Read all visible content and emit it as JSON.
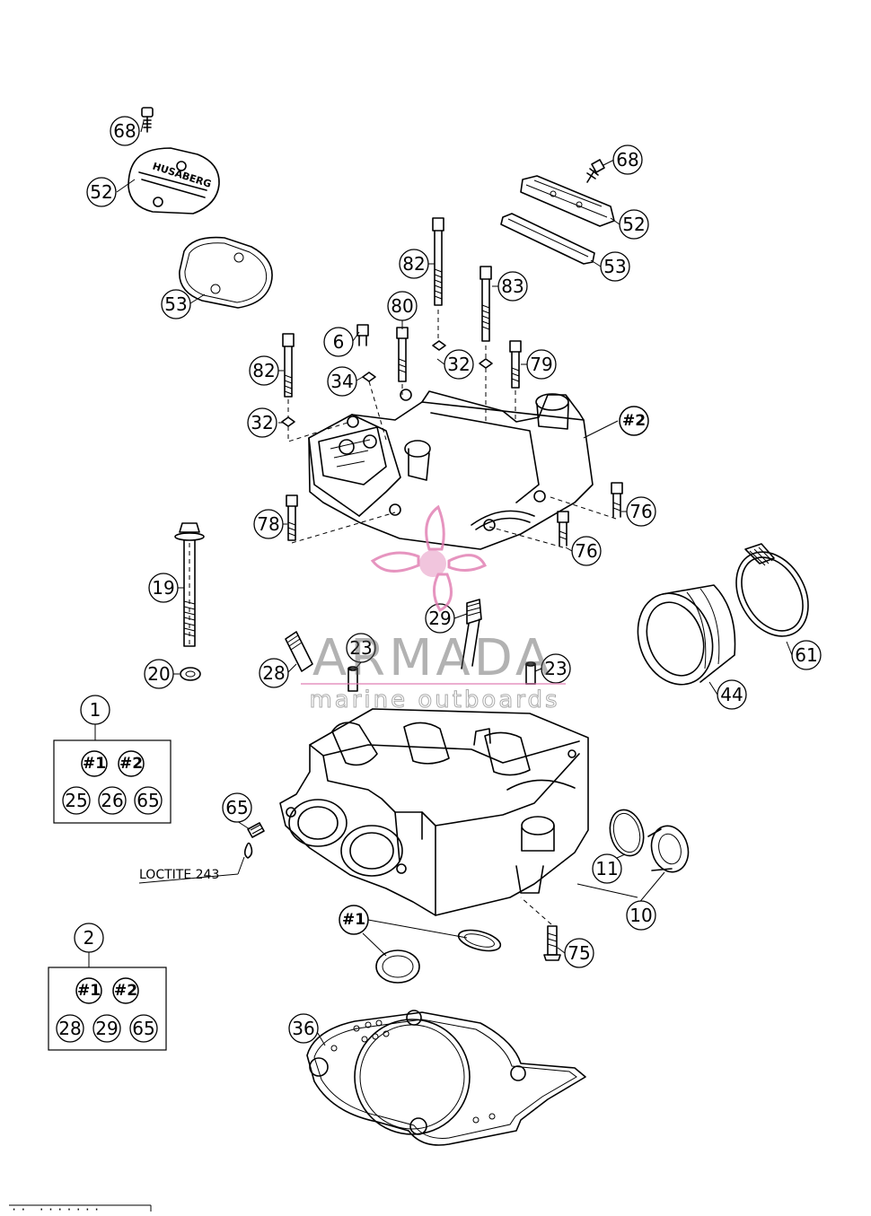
{
  "callouts": {
    "c68a": "68",
    "c52a": "52",
    "c53a": "53",
    "c68b": "68",
    "c52b": "52",
    "c53b": "53",
    "c82a": "82",
    "c83": "83",
    "c80": "80",
    "c6": "6",
    "c82b": "82",
    "c34": "34",
    "c32a": "32",
    "c79": "79",
    "c32b": "32",
    "c76a": "76",
    "c78": "78",
    "c76b": "76",
    "c19": "19",
    "c29": "29",
    "c20": "20",
    "c28": "28",
    "c23a": "23",
    "c23b": "23",
    "c61": "61",
    "c44": "44",
    "c1": "1",
    "c65": "65",
    "c11": "11",
    "c10": "10",
    "c75": "75",
    "c2": "2",
    "c36": "36"
  },
  "refs": {
    "ref2_top": "#2",
    "ref1_bottom": "#1"
  },
  "kit1": {
    "refs": [
      "#1",
      "#2"
    ],
    "parts": [
      "25",
      "26",
      "65"
    ]
  },
  "kit2": {
    "refs": [
      "#1",
      "#2"
    ],
    "parts": [
      "28",
      "29",
      "65"
    ]
  },
  "loctite_label": "LOCTITE 243",
  "watermark": {
    "brand": "ARMADA",
    "tagline": "marine outboards",
    "accent_color": "#e07ab0"
  },
  "footer_code": "·· ·······"
}
